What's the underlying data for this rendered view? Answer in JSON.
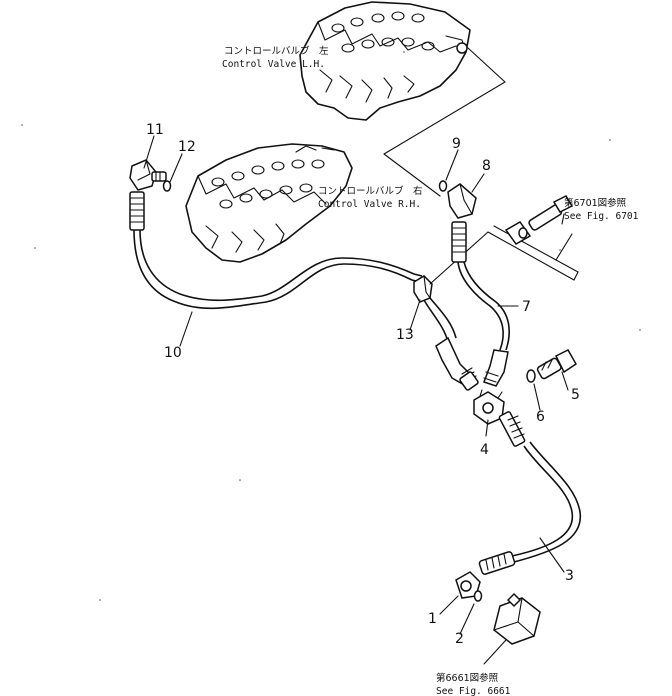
{
  "callouts": {
    "control_valve_lh": {
      "jp": "コントロールバルブ　左",
      "en": "Control Valve L.H."
    },
    "control_valve_rh": {
      "jp": "コントロールバルブ　右",
      "en": "Control Valve R.H."
    },
    "fig_6701": {
      "jp": "第6701図参照",
      "en": "See Fig. 6701"
    },
    "fig_6661": {
      "jp": "第6661図参照",
      "en": "See Fig. 6661"
    }
  },
  "part_numbers": {
    "p1": "1",
    "p2": "2",
    "p3": "3",
    "p4": "4",
    "p5": "5",
    "p6": "6",
    "p7": "7",
    "p8": "8",
    "p9": "9",
    "p10": "10",
    "p11": "11",
    "p12": "12",
    "p13": "13"
  }
}
